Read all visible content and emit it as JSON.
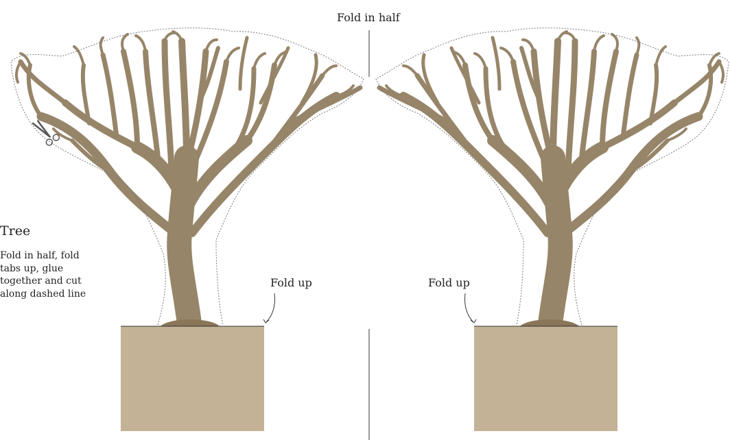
{
  "labels": {
    "fold_in_half": "Fold in half",
    "fold_up_left": "Fold up",
    "fold_up_right": "Fold up"
  },
  "side_panel": {
    "title": "Tree",
    "instructions": "Fold in half, fold tabs up, glue together and cut along dashed line"
  },
  "colors": {
    "trunk": "#978569",
    "trunk_dark": "#8a7658",
    "soil": "#c3b295",
    "cut_line": "#777777",
    "fold_line": "#333333"
  },
  "icons": {
    "cut_marker": "scissors-icon"
  }
}
